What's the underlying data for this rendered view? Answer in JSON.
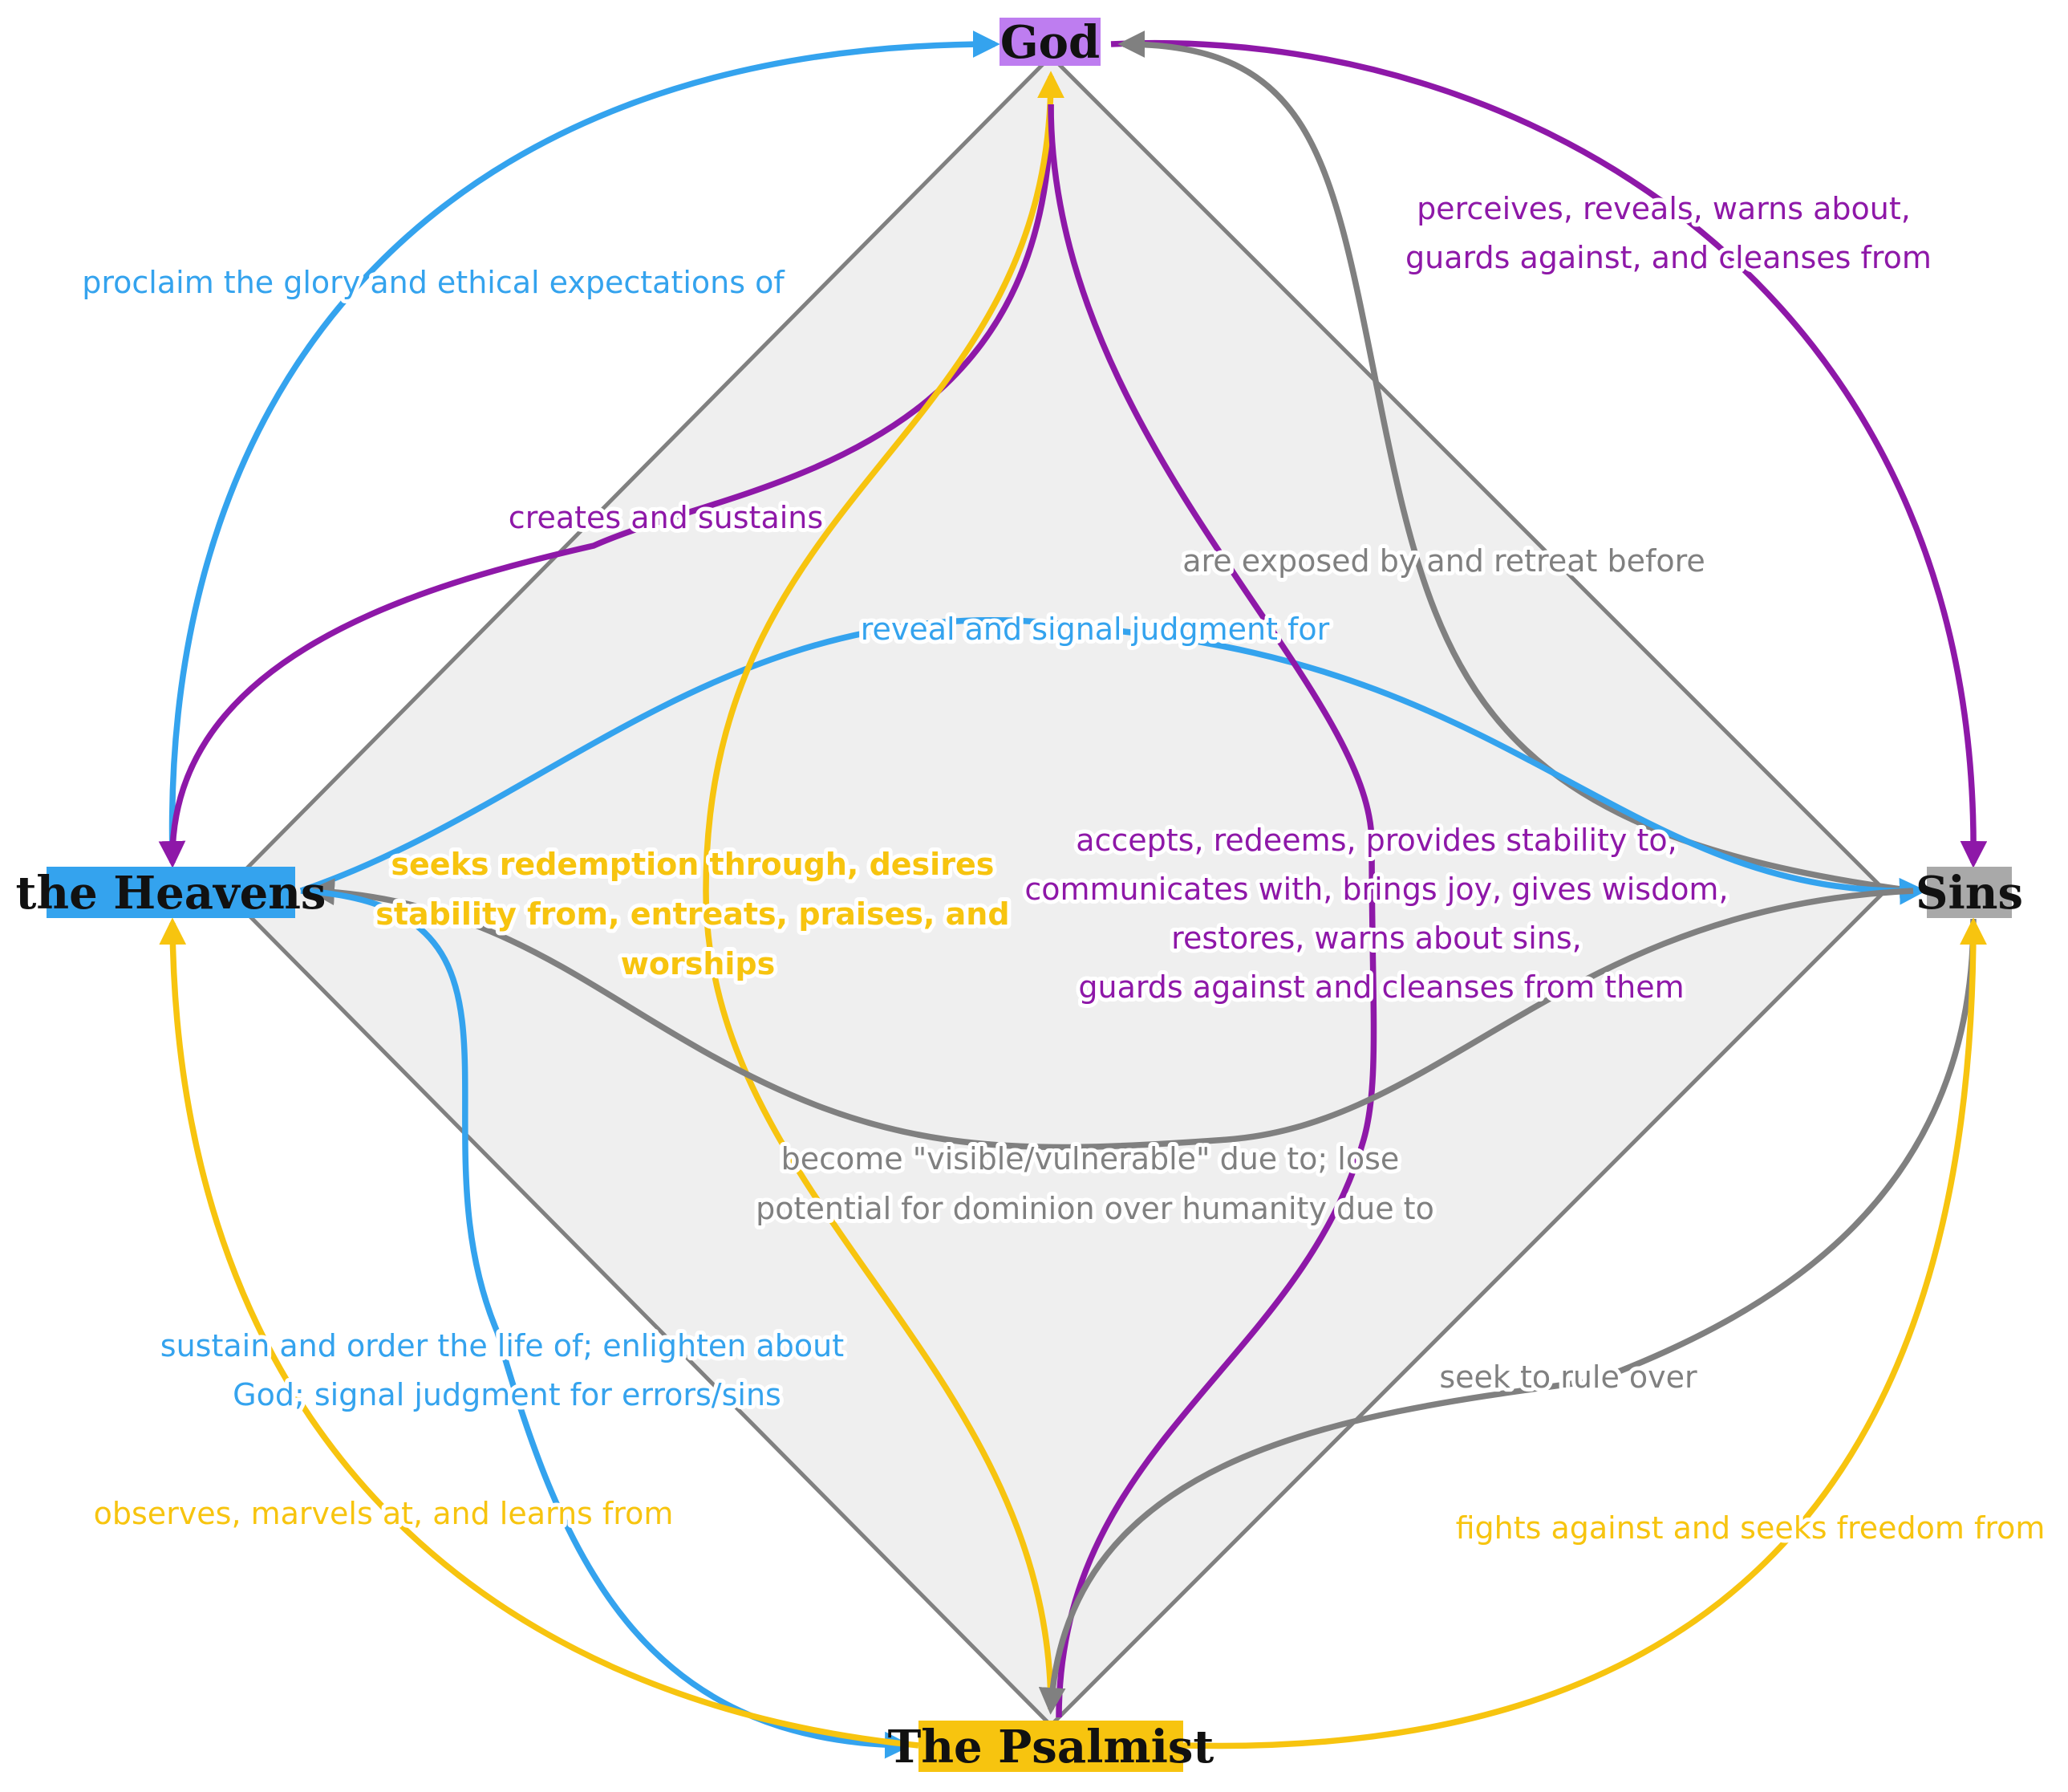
{
  "colors": {
    "god": "#be7df0",
    "heavens": "#34a3ee",
    "sins": "#a9a9a9",
    "psalmist": "#f7c40f",
    "purple": "#8e18a8",
    "blue": "#34a3ee",
    "gray": "#808080",
    "yellow": "#f7c40f",
    "diamond_fill": "#efefef"
  },
  "nodes": {
    "god": "God",
    "heavens": "the Heavens",
    "sins": "Sins",
    "psalmist": "The Psalmist"
  },
  "edges": {
    "heavens_god": [
      "proclaim the glory and ethical expectations of"
    ],
    "god_sins": [
      "perceives, reveals, warns about,",
      "guards against, and cleanses from"
    ],
    "god_heavens": [
      "creates and sustains"
    ],
    "sins_god": [
      "are exposed by and retreat before"
    ],
    "heavens_sins": [
      "reveal and signal judgment for"
    ],
    "psalmist_god": [
      "seeks redemption through, desires",
      "stability from, entreats, praises, and",
      "worships"
    ],
    "god_psalmist": [
      "accepts, redeems, provides stability to,",
      "communicates with, brings joy, gives wisdom,",
      "restores, warns about sins,",
      "guards against and cleanses from them"
    ],
    "sins_heavens": [
      "become \"visible/vulnerable\" due to; lose",
      "potential for dominion over humanity due to"
    ],
    "heavens_psalmist": [
      "sustain and order the life of; enlighten about",
      "God; signal judgment for errors/sins"
    ],
    "sins_psalmist": [
      "seek to rule over"
    ],
    "psalmist_heavens": [
      "observes, marvels at, and learns from"
    ],
    "psalmist_sins": [
      "fights against and seeks freedom from"
    ]
  }
}
